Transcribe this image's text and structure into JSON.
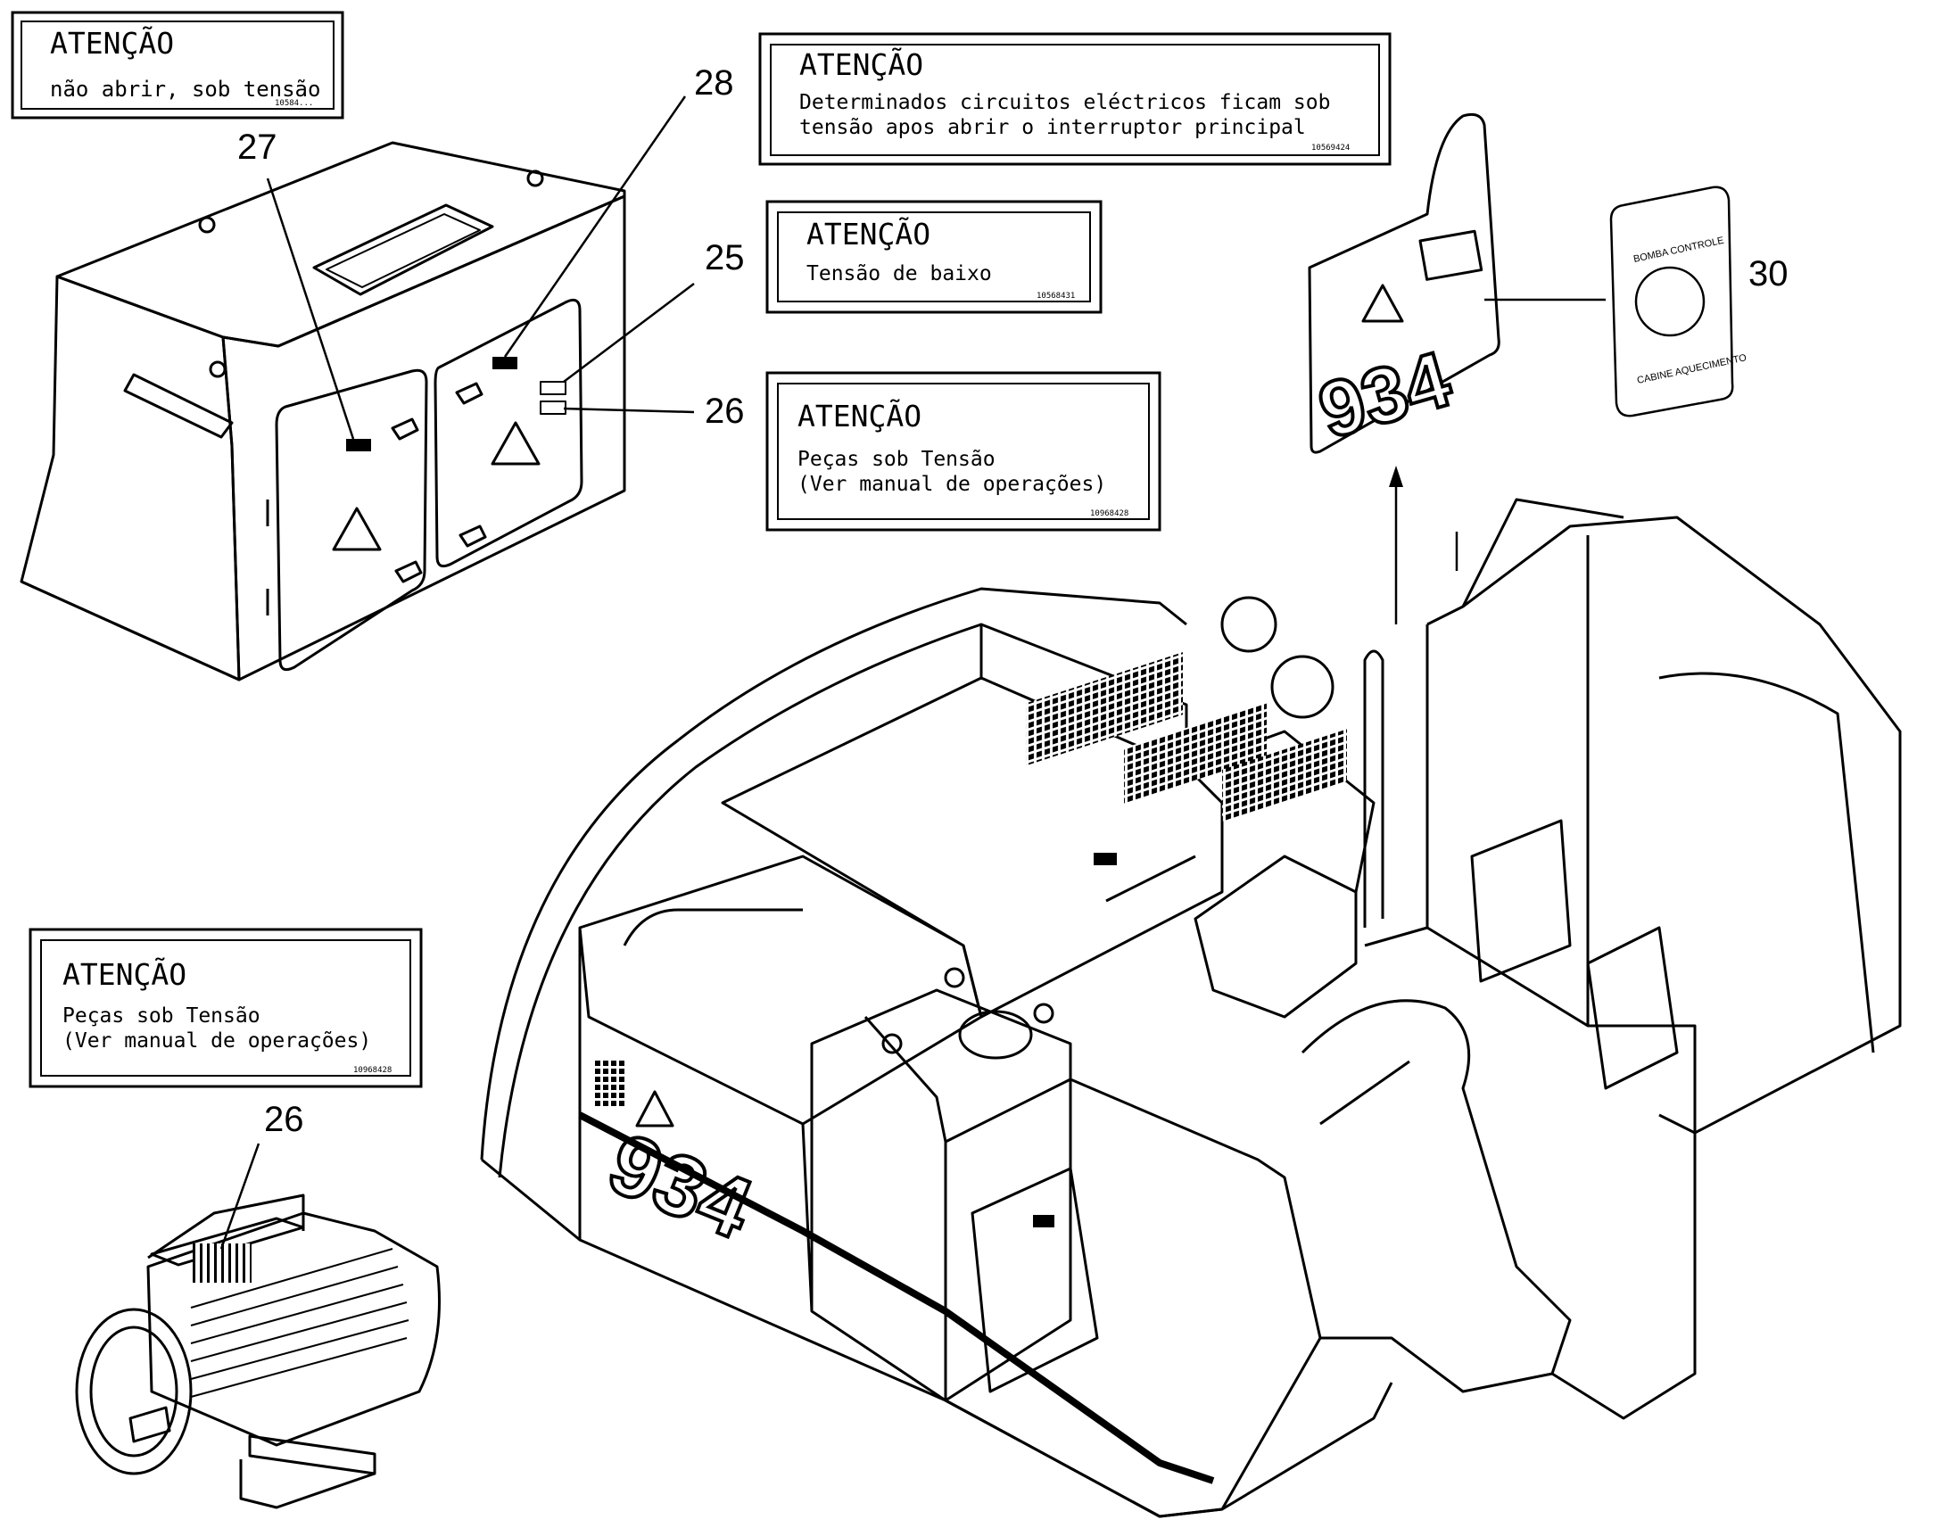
{
  "labels": [
    {
      "id": "27",
      "title": "ATENÇÃO",
      "lines": [
        "não abrir, sob tensão"
      ],
      "code": "10584..."
    },
    {
      "id": "28",
      "title": "ATENÇÃO",
      "lines": [
        "Determinados circuitos eléctricos ficam sob",
        "tensão apos abrir o interruptor principal"
      ],
      "code": "10569424"
    },
    {
      "id": "25",
      "title": "ATENÇÃO",
      "lines": [
        "Tensão de baixo"
      ],
      "code": "10568431"
    },
    {
      "id": "26a",
      "title": "ATENÇÃO",
      "lines": [
        "Peças sob Tensão",
        "(Ver manual de operações)"
      ],
      "code": "10968428"
    },
    {
      "id": "26b",
      "title": "ATENÇÃO",
      "lines": [
        "Peças sob Tensão",
        "(Ver manual de operações)"
      ],
      "code": "10968428"
    }
  ],
  "callouts": {
    "n27": "27",
    "n28": "28",
    "n25": "25",
    "n26a": "26",
    "n26b": "26",
    "n30": "30"
  },
  "sticker30": {
    "top": "BOMBA CONTROLE",
    "bottom": "CABINE AQUECIMENTO"
  },
  "model": "934",
  "colors": {
    "line": "#000000",
    "paper": "#ffffff"
  }
}
